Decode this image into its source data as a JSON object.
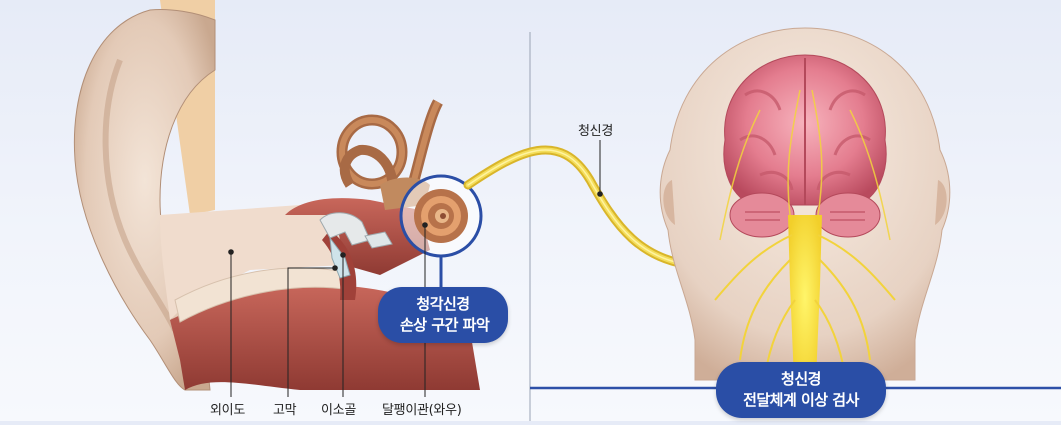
{
  "labels": {
    "ear_canal": "외이도",
    "eardrum": "고막",
    "ossicles": "이소골",
    "cochlea": "달팽이관(와우)",
    "auditory_nerve": "청신경"
  },
  "badges": {
    "left_line1": "청각신경",
    "left_line2": "손상 구간 파악",
    "right_line1": "청신경",
    "right_line2": "전달체계 이상 검사"
  },
  "colors": {
    "badge_blue": "#2a4ea6",
    "baseline_blue": "#2d50a8",
    "nerve_yellow": "#f1d34a",
    "brain_pink": "#e8879a",
    "skin_beige": "#e8d6c8",
    "tissue_red": "#b5534a"
  }
}
